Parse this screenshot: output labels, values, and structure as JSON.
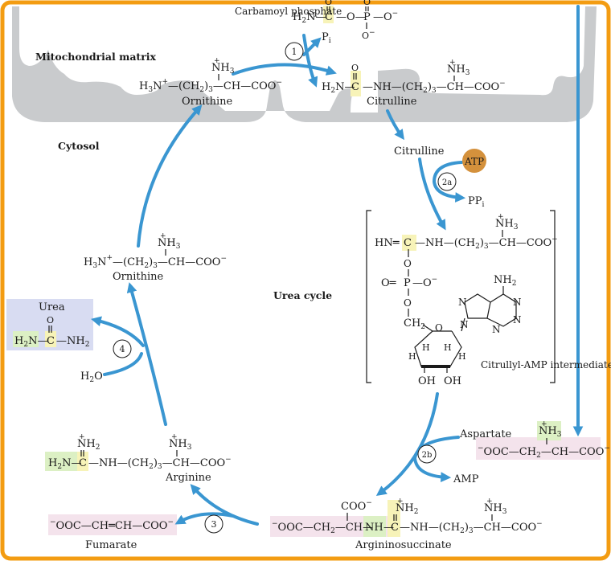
{
  "colors": {
    "frame": "#f39c12",
    "arrow": "#3a96d1",
    "membrane": "#c9cbcd",
    "highlight_yellow": "#f7f3b8",
    "highlight_green": "#dcf0c4",
    "highlight_pink": "#f4e3ec",
    "urea_box": "#d8dcf2",
    "atp": "#d4913c"
  },
  "compartments": {
    "matrix": "Mitochondrial matrix",
    "cytosol": "Cytosol",
    "cycle": "Urea cycle"
  },
  "steps": [
    "1",
    "2a",
    "2b",
    "3",
    "4"
  ],
  "species": {
    "carbamoyl_phosphate": "Carbamoyl phosphate",
    "pi": "Pi",
    "ornithine": "Ornithine",
    "citrulline": "Citrulline",
    "atp": "ATP",
    "ppi": "PPi",
    "citrullyl_amp": "Citrullyl-AMP intermediate",
    "aspartate": "Aspartate",
    "amp": "AMP",
    "argininosuccinate": "Argininosuccinate",
    "fumarate": "Fumarate",
    "arginine": "Arginine",
    "h2o": "H2O",
    "urea": "Urea"
  }
}
